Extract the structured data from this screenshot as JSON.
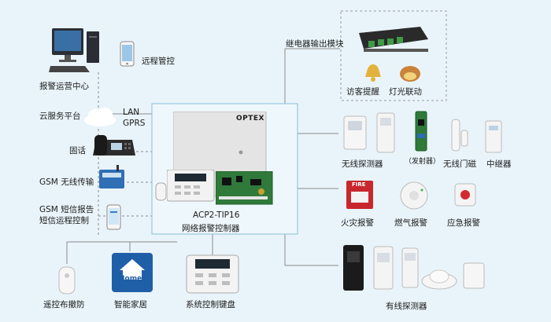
{
  "labels": {
    "alarm_center": "报警运营中心",
    "remote_control": "远程管控",
    "cloud_platform": "云服务平台",
    "lan": "LAN",
    "gprs": "GPRS",
    "landline": "固话",
    "gsm_wireless": "GSM 无线传输",
    "gsm_sms_line1": "GSM 短信报告",
    "gsm_sms_line2": "短信运程控制",
    "relay_module": "继电器输出模块",
    "visitor_alert": "访客提醒",
    "light_linkage": "灯光联动",
    "wireless_detector": "无线探测器",
    "transmitter": "（发射器）",
    "wireless_door": "无线门磁",
    "repeater": "中继器",
    "fire_alarm": "火灾报警",
    "gas_alarm": "燃气报警",
    "emergency_alarm": "应急报警",
    "wired_detector": "有线探测器",
    "remote_arm": "遥控布撤防",
    "smart_home": "智能家居",
    "keypad": "系统控制键盘",
    "controller_model": "ACP2-TIP16",
    "controller_name": "网络报警控制器",
    "brand": "OPTEX",
    "home_logo": "Home",
    "fire_sign": "FIRE"
  },
  "colors": {
    "line": "#8a8a8a",
    "panel_border": "#9ac7dc",
    "fire_red": "#c8272d",
    "home_blue": "#1f5fa8"
  }
}
